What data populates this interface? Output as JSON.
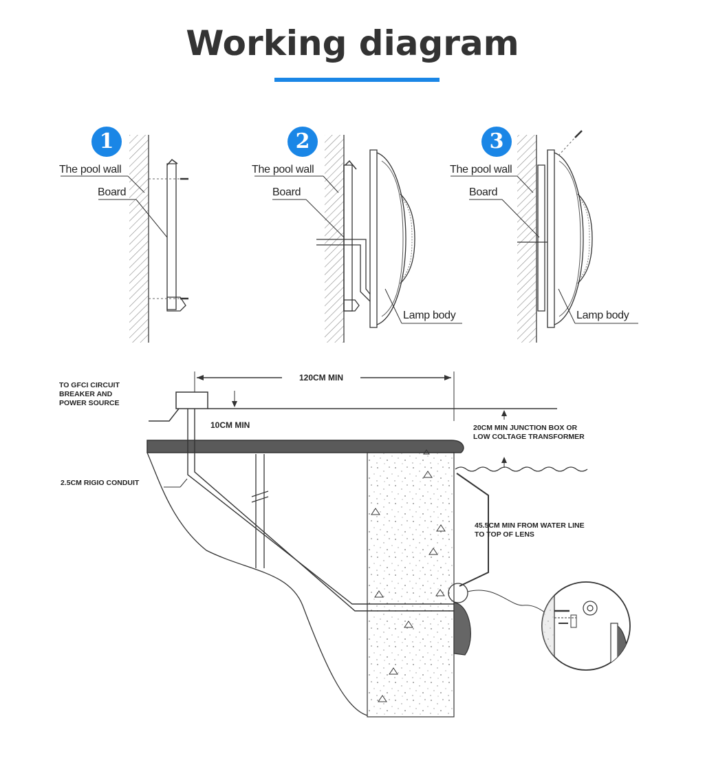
{
  "title": "Working diagram",
  "accent_color": "#1a86e6",
  "steps": [
    {
      "number": "1",
      "wall_label": "The pool wall",
      "board_label": "Board"
    },
    {
      "number": "2",
      "wall_label": "The pool wall",
      "board_label": "Board",
      "lamp_label": "Lamp body"
    },
    {
      "number": "3",
      "wall_label": "The pool wall",
      "board_label": "Board",
      "lamp_label": "Lamp body"
    }
  ],
  "install": {
    "gfci_line1": "TO GFCI CIRCUIT",
    "gfci_line2": "BREAKER AND",
    "gfci_line3": "POWER SOURCE",
    "distance_label": "120CM MIN",
    "height_label": "10CM MIN",
    "junction_line1": "20CM MIN JUNCTION BOX OR",
    "junction_line2": "LOW COLTAGE TRANSFORMER",
    "conduit_label": "2.5CM RIGIO CONDUIT",
    "waterline_line1": "45.5CM MIN FROM WATER LINE",
    "waterline_line2": "TO TOP OF LENS"
  }
}
